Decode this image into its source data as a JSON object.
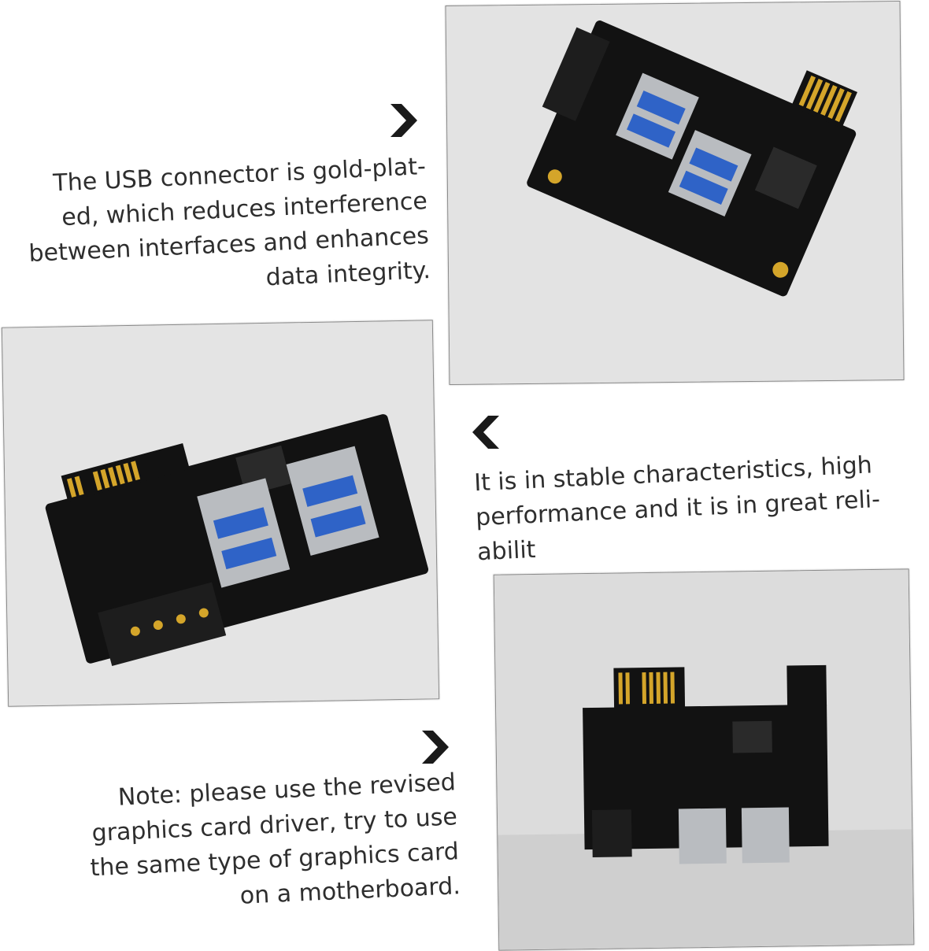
{
  "captions": [
    {
      "lines": [
        "The USB connector is gold-plat-",
        "ed, which reduces interference",
        "between interfaces and enhances",
        "data integrity."
      ]
    },
    {
      "lines": [
        "It is in stable characteristics, high",
        "performance and it is in great reli-",
        "abilit"
      ]
    },
    {
      "lines": [
        "Note: please use the revised",
        "graphics card driver, try to use",
        "the same type of graphics card",
        "on a motherboard."
      ]
    }
  ],
  "colors": {
    "background": "#ffffff",
    "text": "#2e2e2e",
    "arrow": "#1a1a1a",
    "pcb": "#111111",
    "gold": "#d4a52a",
    "usb_blue": "#2f63c7",
    "metal": "#b9bcc0"
  },
  "icons": [
    "chevron-right-icon",
    "chevron-left-icon",
    "chevron-right-icon"
  ]
}
